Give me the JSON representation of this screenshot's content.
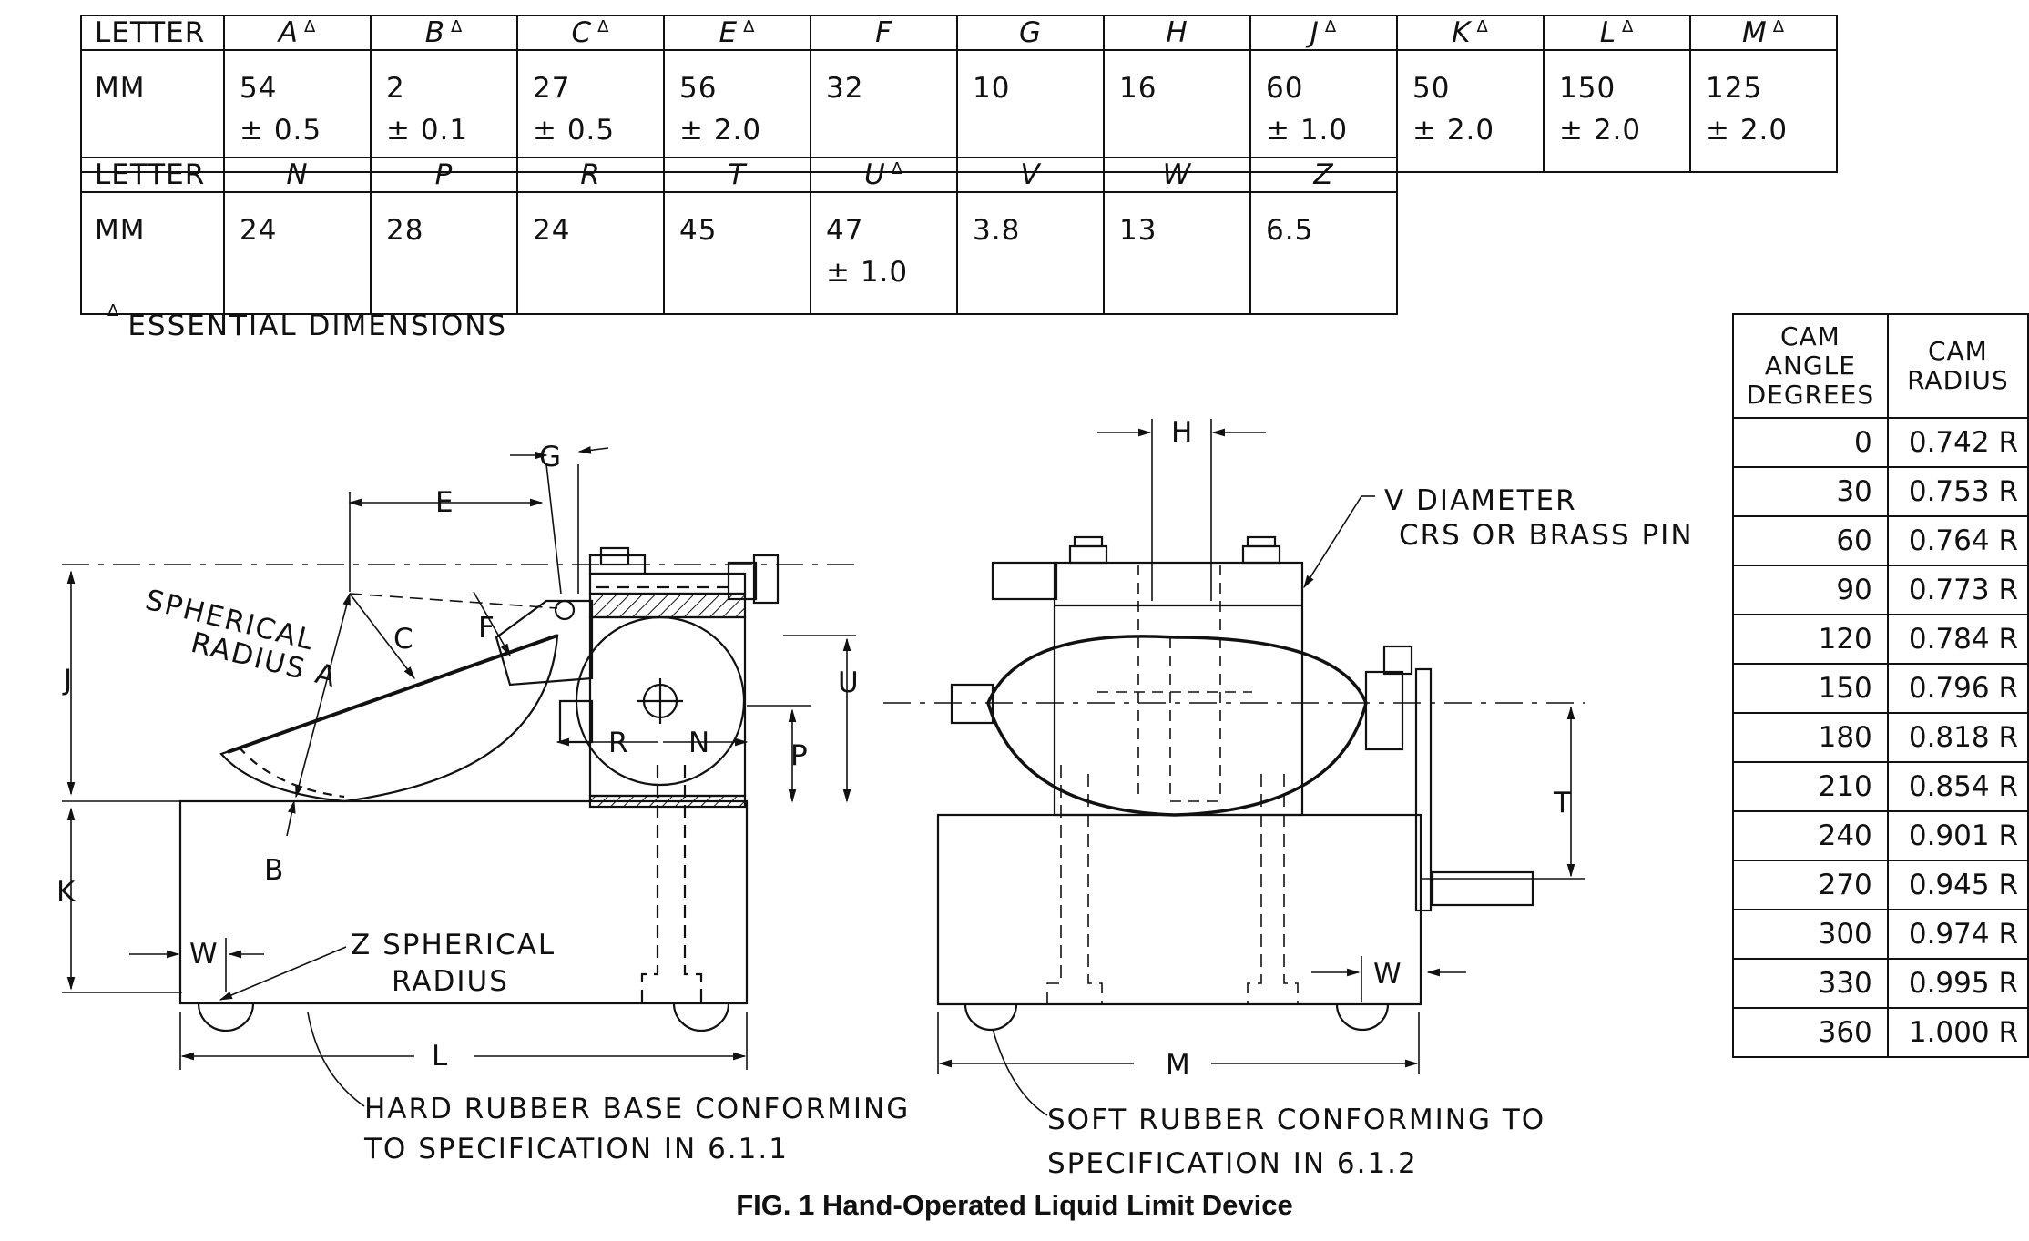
{
  "dimension_table": {
    "row1_header": [
      "LETTER",
      "A",
      "B",
      "C",
      "E",
      "F",
      "G",
      "H",
      "J",
      "K",
      "L",
      "M"
    ],
    "row1_essential": [
      false,
      true,
      true,
      true,
      true,
      false,
      false,
      false,
      true,
      true,
      true,
      true
    ],
    "row1_values": [
      "MM",
      "54\n± 0.5",
      "2\n± 0.1",
      "27\n± 0.5",
      "56\n± 2.0",
      "32",
      "10",
      "16",
      "60\n± 1.0",
      "50\n± 2.0",
      "150\n± 2.0",
      "125\n± 2.0"
    ],
    "row2_header": [
      "LETTER",
      "N",
      "P",
      "R",
      "T",
      "U",
      "V",
      "W",
      "Z"
    ],
    "row2_essential": [
      false,
      false,
      false,
      false,
      false,
      true,
      false,
      false,
      false
    ],
    "row2_values": [
      "MM",
      "24",
      "28",
      "24",
      "45",
      "47\n± 1.0",
      "3.8",
      "13",
      "6.5"
    ]
  },
  "note": {
    "marker": "Δ",
    "text": "ESSENTIAL DIMENSIONS"
  },
  "cam_table": {
    "header_angle": "CAM\nANGLE\nDEGREES",
    "header_radius": "CAM\nRADIUS",
    "rows": [
      {
        "angle": "0",
        "radius": "0.742 R"
      },
      {
        "angle": "30",
        "radius": "0.753 R"
      },
      {
        "angle": "60",
        "radius": "0.764 R"
      },
      {
        "angle": "90",
        "radius": "0.773 R"
      },
      {
        "angle": "120",
        "radius": "0.784 R"
      },
      {
        "angle": "150",
        "radius": "0.796 R"
      },
      {
        "angle": "180",
        "radius": "0.818 R"
      },
      {
        "angle": "210",
        "radius": "0.854 R"
      },
      {
        "angle": "240",
        "radius": "0.901 R"
      },
      {
        "angle": "270",
        "radius": "0.945 R"
      },
      {
        "angle": "300",
        "radius": "0.974 R"
      },
      {
        "angle": "330",
        "radius": "0.995 R"
      },
      {
        "angle": "360",
        "radius": "1.000 R"
      }
    ]
  },
  "drawing_labels": {
    "spherical_radius_1": "SPHERICAL",
    "spherical_radius_2": "RADIUS A",
    "dim_e": "E",
    "dim_g": "G",
    "dim_c": "C",
    "dim_f": "F",
    "dim_j": "J",
    "dim_k": "K",
    "dim_b": "B",
    "dim_w": "W",
    "dim_l": "L",
    "dim_u": "U",
    "dim_p": "P",
    "dim_r": "R",
    "dim_n": "N",
    "dim_h": "H",
    "dim_t": "T",
    "dim_m": "M",
    "z_radius_1": "Z  SPHERICAL",
    "z_radius_2": "RADIUS",
    "v_diameter_1": "V DIAMETER",
    "v_diameter_2": "CRS  OR  BRASS  PIN",
    "hard_rubber_1": "HARD  RUBBER  BASE  CONFORMING",
    "hard_rubber_2": "TO  SPECIFICATION  IN  6.1.1",
    "soft_rubber_1": "SOFT  RUBBER  CONFORMING  TO",
    "soft_rubber_2": "SPECIFICATION  IN  6.1.2"
  },
  "caption": "FIG. 1 Hand-Operated Liquid Limit Device"
}
